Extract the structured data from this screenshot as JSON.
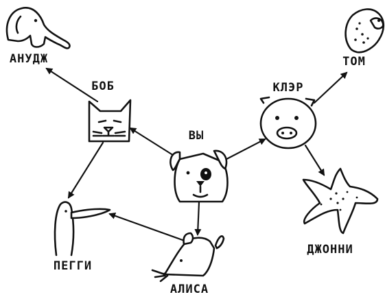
{
  "diagram": {
    "nodes": [
      {
        "id": "you",
        "label": "ВЫ",
        "icon": "dog-icon"
      },
      {
        "id": "bob",
        "label": "БОБ",
        "icon": "cat-icon"
      },
      {
        "id": "claire",
        "label": "КЛЭР",
        "icon": "pig-icon"
      },
      {
        "id": "anuj",
        "label": "АНУДЖ",
        "icon": "elephant-icon"
      },
      {
        "id": "tom",
        "label": "ТОМ",
        "icon": "amoeba-icon"
      },
      {
        "id": "peggy",
        "label": "ПЕГГИ",
        "icon": "penguin-icon"
      },
      {
        "id": "alice",
        "label": "АЛИСА",
        "icon": "rat-icon"
      },
      {
        "id": "johnny",
        "label": "ДЖОННИ",
        "icon": "starfish-icon"
      }
    ],
    "edges": [
      {
        "from": "ВЫ",
        "to": "БОБ"
      },
      {
        "from": "ВЫ",
        "to": "КЛЭР"
      },
      {
        "from": "ВЫ",
        "to": "АЛИСА"
      },
      {
        "from": "БОБ",
        "to": "АНУДЖ"
      },
      {
        "from": "БОБ",
        "to": "ПЕГГИ"
      },
      {
        "from": "АЛИСА",
        "to": "ПЕГГИ"
      },
      {
        "from": "КЛЭР",
        "to": "ТОМ"
      },
      {
        "from": "КЛЭР",
        "to": "ДЖОННИ"
      }
    ]
  }
}
